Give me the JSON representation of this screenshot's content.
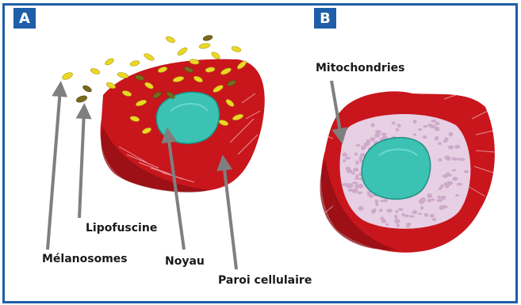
{
  "colors": {
    "frame": "#1f5ea8",
    "wall": "#c8161c",
    "nucleus": "#3cc2b2",
    "melanosome": "#ecd824",
    "lipofuscin": "#7a6a1e",
    "mitochondria": "#e7cfe4",
    "arrow": "#7f7f7f"
  },
  "panels": {
    "a": {
      "badge": "A"
    },
    "b": {
      "badge": "B"
    }
  },
  "labels": {
    "melanosomes": "Mélanosomes",
    "lipofuscine": "Lipofuscine",
    "noyau": "Noyau",
    "paroi": "Paroi cellulaire",
    "mitochondries": "Mitochondries"
  }
}
